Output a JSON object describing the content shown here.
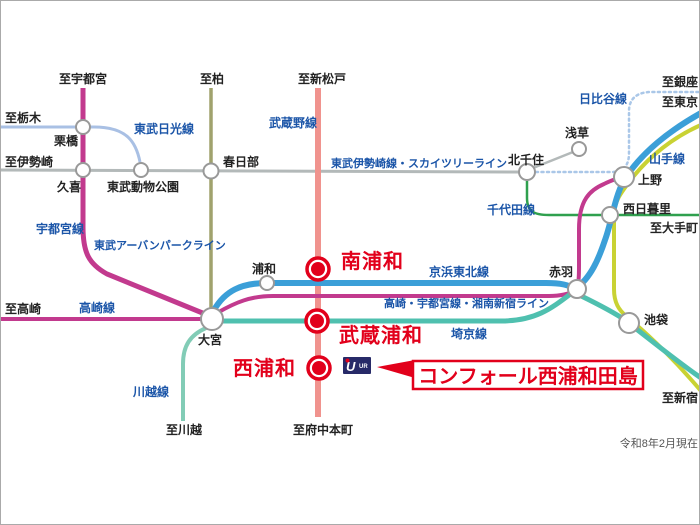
{
  "colors": {
    "magenta": "#c23a8e",
    "keihin_blue": "#3b9fd8",
    "saikyo_teal": "#4fc0af",
    "musashino_salmon": "#f0938e",
    "yamanote_green": "#c9d233",
    "chiyoda_green": "#2fa04e",
    "hibiya_blue": "#aac7e8",
    "nikko_blue": "#a9c0e4",
    "tobu_gray": "#b3b9b9",
    "urban_park_olive": "#a0a26d",
    "kawagoe_green": "#82ccb6",
    "label_blue": "#1b55a8",
    "highlight_red": "#e2001b",
    "station_stroke": "#999999",
    "ur_navy": "#272a68"
  },
  "destinations": {
    "utsunomiya": "至宇都宮",
    "kashiwa": "至柏",
    "shin_matsudo": "至新松戸",
    "tochigi": "至栃木",
    "isesaki": "至伊勢崎",
    "ginza": "至銀座",
    "tokyo": "至東京",
    "otemachi": "至大手町",
    "takasaki": "至高崎",
    "kawagoe": "至川越",
    "fuchu_hommachi": "至府中本町",
    "shinjuku": "至新宿"
  },
  "stations": {
    "kurihashi": "栗橋",
    "kuki": "久喜",
    "tobu_dobutsu_koen": "東武動物公園",
    "kasukabe": "春日部",
    "kita_senju": "北千住",
    "asakusa": "浅草",
    "ueno": "上野",
    "nishi_nippori": "西日暮里",
    "akabane": "赤羽",
    "ikebukuro": "池袋",
    "urawa": "浦和",
    "omiya": "大宮"
  },
  "line_names": {
    "tobu_nikko": "東武日光線",
    "musashino": "武蔵野線",
    "tobu_isesaki_skytree": "東武伊勢崎線・スカイツリーライン",
    "hibiya": "日比谷線",
    "yamanote": "山手線",
    "chiyoda": "千代田線",
    "utsunomiya": "宇都宮線",
    "tobu_urban_park": "東武アーバンパークライン",
    "takasaki": "高崎線",
    "keihin_tohoku": "京浜東北線",
    "takasaki_utsunomiya_shonan_shinjuku": "高崎・宇都宮線・湘南新宿ライン",
    "saikyo": "埼京線",
    "kawagoe": "川越線"
  },
  "highlighted_stations": {
    "minami_urawa": "南浦和",
    "musashi_urawa": "武蔵浦和",
    "nishi_urawa": "西浦和"
  },
  "callout": {
    "property_name": "コンフォール西浦和田島"
  },
  "ur_logo": {
    "u": "U",
    "ur": "UR"
  },
  "footnote": "令和8年2月現在"
}
